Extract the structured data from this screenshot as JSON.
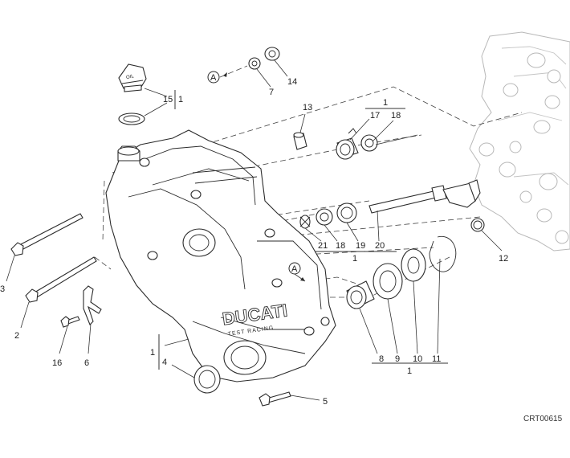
{
  "diagram": {
    "drawing_code": "CRT00615",
    "group_marker": "A",
    "labels": {
      "p1": "1",
      "p2": "2",
      "p3": "3",
      "p4": "4",
      "p5": "5",
      "p6": "6",
      "p7": "7",
      "p8": "8",
      "p9": "9",
      "p10": "10",
      "p11": "11",
      "p12": "12",
      "p13": "13",
      "p14": "14",
      "p15": "15",
      "p16": "16",
      "p17": "17",
      "p18": "18",
      "p19": "19",
      "p20": "20",
      "p21": "21"
    },
    "cap_text": "OIL",
    "logo_text": "DUCATI",
    "logo_subtext": "TEST RACING"
  }
}
